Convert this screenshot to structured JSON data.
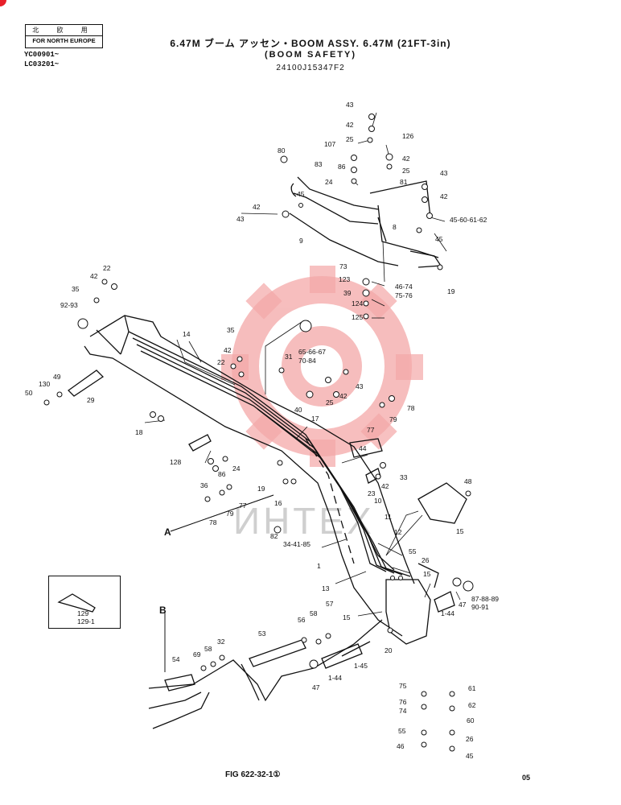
{
  "region": {
    "jp": "北 欧 用",
    "en": "FOR NORTH EUROPE"
  },
  "serials": [
    "YC00901~",
    "LC03201~"
  ],
  "title": {
    "main": "6.47M ブーム アッセン・BOOM ASSY. 6.47M (21FT-3in)",
    "sub": "(BOOM SAFETY)",
    "part_number": "24100J15347F2"
  },
  "diagram": {
    "callouts": [
      "43",
      "42",
      "25",
      "126",
      "80",
      "107",
      "86",
      "83",
      "24",
      "42",
      "25",
      "81",
      "43",
      "45",
      "42",
      "42",
      "43",
      "45-60-61-62",
      "9",
      "8",
      "45",
      "73",
      "46-74",
      "75-76",
      "123",
      "39",
      "19",
      "124",
      "125",
      "22",
      "42",
      "35",
      "92-93",
      "14",
      "35",
      "42",
      "22",
      "65-66-67",
      "70-84",
      "31",
      "130",
      "49",
      "50",
      "29",
      "43",
      "42",
      "25",
      "40",
      "78",
      "79",
      "18",
      "17",
      "77",
      "44",
      "128",
      "24",
      "86",
      "36",
      "33",
      "42",
      "23",
      "10",
      "19",
      "77",
      "16",
      "79",
      "78",
      "11",
      "48",
      "12",
      "82",
      "34-41-85",
      "55",
      "26",
      "1",
      "13",
      "15",
      "15",
      "47",
      "87-88-89",
      "90-91",
      "57",
      "56",
      "58",
      "15",
      "1-44",
      "53",
      "32",
      "69",
      "58",
      "20",
      "54",
      "1-45",
      "47",
      "1-44",
      "75",
      "61",
      "76",
      "62",
      "74",
      "60",
      "55",
      "26",
      "46",
      "45",
      "129",
      "129-1"
    ],
    "section_labels": [
      "A",
      "B"
    ],
    "watermark": "ИНТЕХ"
  },
  "footer": {
    "figure_ref": "FIG 622-32-1①",
    "page": "05"
  },
  "colors": {
    "watermark": "#f4a8a8",
    "line": "#111111",
    "corner_mark": "#e8202a"
  }
}
